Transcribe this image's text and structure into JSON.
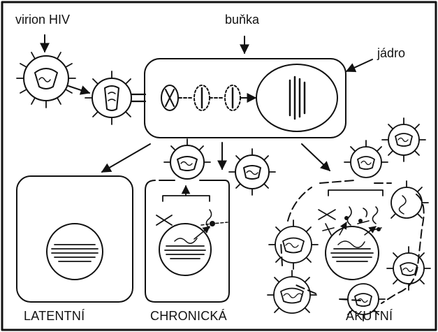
{
  "labels": {
    "virion": "virion HIV",
    "cell": "buňka",
    "nucleus": "jádro",
    "latent": "LATENTNÍ",
    "chronic": "CHRONICKÁ",
    "acute": "AKUTNÍ"
  },
  "colors": {
    "ink": "#111111",
    "background": "#ffffff"
  }
}
